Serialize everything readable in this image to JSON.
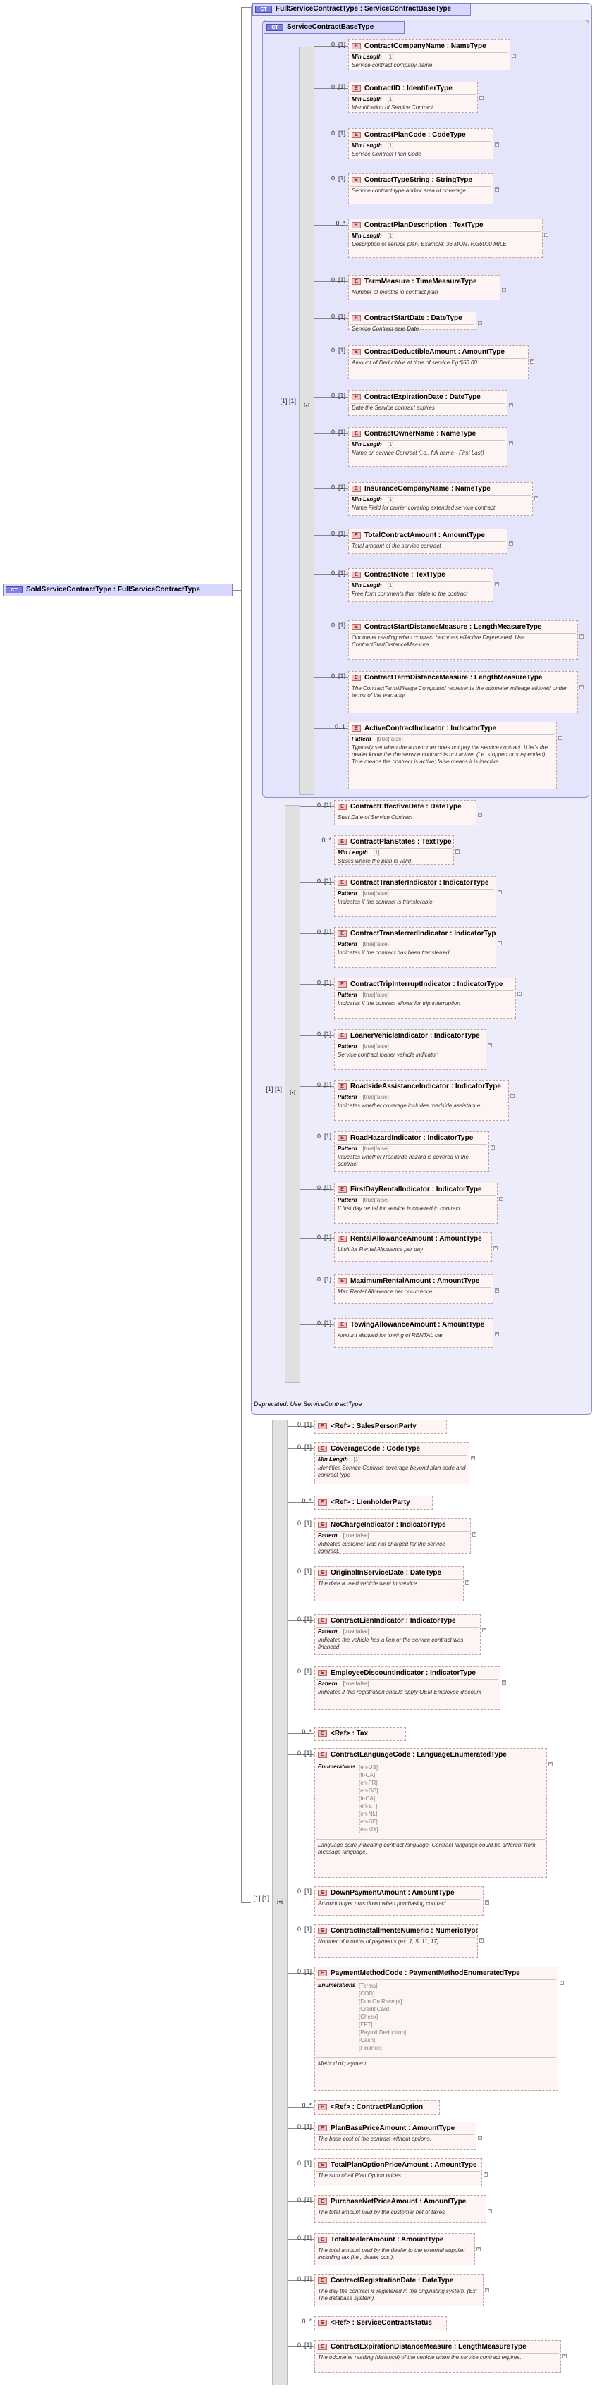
{
  "root": {
    "badge": "CT",
    "name": "SoldServiceContractType",
    "base": "FullServiceContractType"
  },
  "full": {
    "badge": "CT",
    "name": "FullServiceContractType",
    "base": "ServiceContractBaseType"
  },
  "base": {
    "badge": "CT",
    "name": "ServiceContractBaseType"
  },
  "deprecated_note": "Deprecated. Use ServiceContractType",
  "seq1_card": "[1] [1]",
  "seq2_card": "[1] [1]",
  "seq3_card": "[1] [1]",
  "elements": [
    {
      "card": "0..[1]",
      "name": "ContractCompanyName",
      "type": "NameType",
      "facets": [
        {
          "n": "Min Length",
          "v": "[1]"
        }
      ],
      "doc": "Service contract company name"
    },
    {
      "card": "0..[1]",
      "name": "ContractID",
      "type": "IdentifierType",
      "facets": [
        {
          "n": "Min Length",
          "v": "[1]"
        }
      ],
      "doc": "Identification of Service Contract"
    },
    {
      "card": "0..[1]",
      "name": "ContractPlanCode",
      "type": "CodeType",
      "facets": [
        {
          "n": "Min Length",
          "v": "[1]"
        }
      ],
      "doc": "Service Contract Plan Code"
    },
    {
      "card": "0..[1]",
      "name": "ContractTypeString",
      "type": "StringType",
      "facets": [],
      "doc": "Service contract type and/or area of coverage"
    },
    {
      "card": "0..*",
      "name": "ContractPlanDescription",
      "type": "TextType",
      "facets": [
        {
          "n": "Min Length",
          "v": "[1]"
        }
      ],
      "doc": "Description of service plan. Example: 36 MONTH/36000 MILE"
    },
    {
      "card": "0..[1]",
      "name": "TermMeasure",
      "type": "TimeMeasureType",
      "facets": [],
      "doc": "Number of months in contract plan"
    },
    {
      "card": "0..[1]",
      "name": "ContractStartDate",
      "type": "DateType",
      "facets": [],
      "doc": "Service Contract sale Date"
    },
    {
      "card": "0..[1]",
      "name": "ContractDeductibleAmount",
      "type": "AmountType",
      "facets": [],
      "doc": "Amount of Deductible at time of service Eg:$50.00"
    },
    {
      "card": "0..[1]",
      "name": "ContractExpirationDate",
      "type": "DateType",
      "facets": [],
      "doc": "Date the Service contract expires"
    },
    {
      "card": "0..[1]",
      "name": "ContractOwnerName",
      "type": "NameType",
      "facets": [
        {
          "n": "Min Length",
          "v": "[1]"
        }
      ],
      "doc": "Name on service Contract (i.e., full name - First Last)"
    },
    {
      "card": "0..[1]",
      "name": "InsuranceCompanyName",
      "type": "NameType",
      "facets": [
        {
          "n": "Min Length",
          "v": "[1]"
        }
      ],
      "doc": "Name Field for carrier covering extended service contract"
    },
    {
      "card": "0..[1]",
      "name": "TotalContractAmount",
      "type": "AmountType",
      "facets": [],
      "doc": "Total amount of the service contract"
    },
    {
      "card": "0..[1]",
      "name": "ContractNote",
      "type": "TextType",
      "facets": [
        {
          "n": "Min Length",
          "v": "[1]"
        }
      ],
      "doc": "Free form comments that relate to the contract"
    },
    {
      "card": "0..[1]",
      "name": "ContractStartDistanceMeasure",
      "type": "LengthMeasureType",
      "facets": [],
      "doc": "Odometer reading when contract becomes effective Deprecated. Use ContractStartDistanceMeasure"
    },
    {
      "card": "0..[1]",
      "name": "ContractTermDistanceMeasure",
      "type": "LengthMeasureType",
      "facets": [],
      "doc": "The ContractTermMileage Compound represents the odometer mileage allowed under terms of the warranty."
    },
    {
      "card": "0..1",
      "name": "ActiveContractIndicator",
      "type": "IndicatorType",
      "facets": [
        {
          "n": "Pattern",
          "v": "[true|false]"
        }
      ],
      "doc": "Typically set when the a customer does not pay the service contract. If let's the dealer know the the service contract is not active. (i.e. stopped or suspended). True means the contract is active; false means it is inactive."
    },
    {
      "card": "0..[1]",
      "name": "ContractEffectiveDate",
      "type": "DateType",
      "facets": [],
      "doc": "Start Date of Service Contract"
    },
    {
      "card": "0..*",
      "name": "ContractPlanStates",
      "type": "TextType",
      "facets": [
        {
          "n": "Min Length",
          "v": "[1]"
        }
      ],
      "doc": "States where the plan is valid"
    },
    {
      "card": "0..[1]",
      "name": "ContractTransferIndicator",
      "type": "IndicatorType",
      "facets": [
        {
          "n": "Pattern",
          "v": "[true|false]"
        }
      ],
      "doc": "Indicates if the contract is transferable"
    },
    {
      "card": "0..[1]",
      "name": "ContractTransferredIndicator",
      "type": "IndicatorType",
      "facets": [
        {
          "n": "Pattern",
          "v": "[true|false]"
        }
      ],
      "doc": "Indicates if the contract has been transferred"
    },
    {
      "card": "0..[1]",
      "name": "ContractTripInterruptIndicator",
      "type": "IndicatorType",
      "facets": [
        {
          "n": "Pattern",
          "v": "[true|false]"
        }
      ],
      "doc": "Indicates if the contract allows for trip interruption"
    },
    {
      "card": "0..[1]",
      "name": "LoanerVehicleIndicator",
      "type": "IndicatorType",
      "facets": [
        {
          "n": "Pattern",
          "v": "[true|false]"
        }
      ],
      "doc": "Service contract loaner vehicle indicator"
    },
    {
      "card": "0..[1]",
      "name": "RoadsideAssistanceIndicator",
      "type": "IndicatorType",
      "facets": [
        {
          "n": "Pattern",
          "v": "[true|false]"
        }
      ],
      "doc": "Indicates whether coverage includes roadside assistance"
    },
    {
      "card": "0..[1]",
      "name": "RoadHazardIndicator",
      "type": "IndicatorType",
      "facets": [
        {
          "n": "Pattern",
          "v": "[true|false]"
        }
      ],
      "doc": "Indicates whether Roadside hazard is covered in the contract"
    },
    {
      "card": "0..[1]",
      "name": "FirstDayRentalIndicator",
      "type": "IndicatorType",
      "facets": [
        {
          "n": "Pattern",
          "v": "[true|false]"
        }
      ],
      "doc": "If first day rental for service is covered in contract"
    },
    {
      "card": "0..[1]",
      "name": "RentalAllowanceAmount",
      "type": "AmountType",
      "facets": [],
      "doc": "Limit for Rental Allowance per day"
    },
    {
      "card": "0..[1]",
      "name": "MaximumRentalAmount",
      "type": "AmountType",
      "facets": [],
      "doc": "Max Rental Allowance per occurrence"
    },
    {
      "card": "0..[1]",
      "name": "TowingAllowanceAmount",
      "type": "AmountType",
      "facets": [],
      "doc": "Amount allowed for towing of RENTAL car"
    },
    {
      "card": "0..[1]",
      "ref": "<Ref>",
      "name": "SalesPersonParty",
      "type": "",
      "facets": [],
      "doc": ""
    },
    {
      "card": "0..[1]",
      "name": "CoverageCode",
      "type": "CodeType",
      "facets": [
        {
          "n": "Min Length",
          "v": "[1]"
        }
      ],
      "doc": "Identifies Service Contract coverage beyond plan code and contract type"
    },
    {
      "card": "0..*",
      "ref": "<Ref>",
      "name": "LienholderParty",
      "type": "",
      "facets": [],
      "doc": ""
    },
    {
      "card": "0..[1]",
      "name": "NoChargeIndicator",
      "type": "IndicatorType",
      "facets": [
        {
          "n": "Pattern",
          "v": "[true|false]"
        }
      ],
      "doc": "Indicates customer was not charged for the service contract."
    },
    {
      "card": "0..[1]",
      "name": "OriginalInServiceDate",
      "type": "DateType",
      "facets": [],
      "doc": "The date a used vehicle went in service"
    },
    {
      "card": "0..[1]",
      "name": "ContractLienIndicator",
      "type": "IndicatorType",
      "facets": [
        {
          "n": "Pattern",
          "v": "[true|false]"
        }
      ],
      "doc": "Indicates the vehicle has a lien or the service contract was financed"
    },
    {
      "card": "0..[1]",
      "name": "EmployeeDiscountIndicator",
      "type": "IndicatorType",
      "facets": [
        {
          "n": "Pattern",
          "v": "[true|false]"
        }
      ],
      "doc": "Indicates if this registration should apply OEM Employee discount"
    },
    {
      "card": "0..*",
      "ref": "<Ref>",
      "name": "Tax",
      "type": "",
      "facets": [],
      "doc": ""
    },
    {
      "card": "0..[1]",
      "name": "ContractLanguageCode",
      "type": "LanguageEnumeratedType",
      "enum": [
        "[en-US]",
        "[fr-CA]",
        "[en-FR]",
        "[en-GB]",
        "[fr-CA]",
        "[en-ET]",
        "[en-NL]",
        "[en-BE]",
        "[es-MX]"
      ],
      "facets": [],
      "doc": "Language code indicating contract language. Contract language could be different from message language."
    },
    {
      "card": "0..[1]",
      "name": "DownPaymentAmount",
      "type": "AmountType",
      "facets": [],
      "doc": "Amount buyer puts down when purchasing contract."
    },
    {
      "card": "0..[1]",
      "name": "ContractInstallmentsNumeric",
      "type": "NumericType",
      "facets": [],
      "doc": "Number of months of payments (ex. 1, 5, 11, 17)"
    },
    {
      "card": "0..[1]",
      "name": "PaymentMethodCode",
      "type": "PaymentMethodEnumeratedType",
      "enum": [
        "[Terms]",
        "[COD]",
        "[Due On Receipt]",
        "[Credit Card]",
        "[Check]",
        "[EFT]",
        "[Payroll Deduction]",
        "[Cash]",
        "[Finance]"
      ],
      "facets": [],
      "doc": "Method of payment"
    },
    {
      "card": "0..*",
      "ref": "<Ref>",
      "name": "ContractPlanOption",
      "type": "",
      "facets": [],
      "doc": ""
    },
    {
      "card": "0..[1]",
      "name": "PlanBasePriceAmount",
      "type": "AmountType",
      "facets": [],
      "doc": "The base cost of the contract without options."
    },
    {
      "card": "0..[1]",
      "name": "TotalPlanOptionPriceAmount",
      "type": "AmountType",
      "facets": [],
      "doc": "The sum of all Plan Option prices."
    },
    {
      "card": "0..[1]",
      "name": "PurchaseNetPriceAmount",
      "type": "AmountType",
      "facets": [],
      "doc": "The total amount paid by the customer net of taxes"
    },
    {
      "card": "0..[1]",
      "name": "TotalDealerAmount",
      "type": "AmountType",
      "facets": [],
      "doc": "The total amount paid by the dealer to the external supplier including tax (i.e., dealer cost)."
    },
    {
      "card": "0..[1]",
      "name": "ContractRegistrationDate",
      "type": "DateType",
      "facets": [],
      "doc": "The day the contract is registered in the originating system. (Ex: The database system)."
    },
    {
      "card": "0..*",
      "ref": "<Ref>",
      "name": "ServiceContractStatus",
      "type": "",
      "facets": [],
      "doc": ""
    },
    {
      "card": "0..[1]",
      "name": "ContractExpirationDistanceMeasure",
      "type": "LengthMeasureType",
      "facets": [],
      "doc": "The odometer reading (distance) of the vehicle when the service contract expires."
    }
  ],
  "enumerations_label": "Enumerations"
}
